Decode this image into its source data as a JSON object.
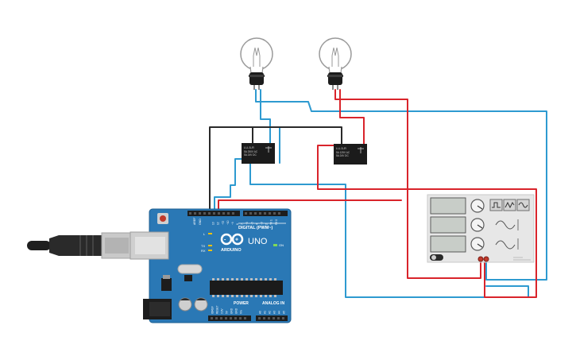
{
  "board": {
    "brand": "ARDUINO",
    "model": "UNO",
    "digital_label": "DIGITAL (PWM~)",
    "power_label": "POWER",
    "analog_label": "ANALOG IN",
    "on_label": "ON",
    "tx_label": "TX",
    "rx_label": "RX",
    "l_label": "L",
    "aref_label": "AREF",
    "gnd_label": "GND",
    "digital_pins": [
      "13",
      "12",
      "~11",
      "~10",
      "~9",
      "8",
      "7",
      "~6",
      "~5",
      "4",
      "~3",
      "2",
      "TX 1",
      "RX 0"
    ],
    "power_pins": [
      "IOREF",
      "RESET",
      "3.3V",
      "5V",
      "GND",
      "GND",
      "Vin"
    ],
    "analog_pins": [
      "A0",
      "A1",
      "A2",
      "A3",
      "A4",
      "A5"
    ]
  },
  "relays": [
    {
      "name": "relay-1",
      "text_lines": [
        "LU-5-R",
        "5A 250V AC",
        "5A 24V DC"
      ]
    },
    {
      "name": "relay-2",
      "text_lines": [
        "LU-5-R",
        "5A 125V AC",
        "5A 24V DC"
      ]
    }
  ],
  "generator": {
    "waveforms": [
      "square",
      "triangle",
      "sine"
    ]
  },
  "colors": {
    "wire_red": "#d9242b",
    "wire_blue": "#2e9ad0",
    "wire_black": "#2a2a2a",
    "board_blue": "#2a78b5",
    "relay_black": "#1b1b1b"
  }
}
